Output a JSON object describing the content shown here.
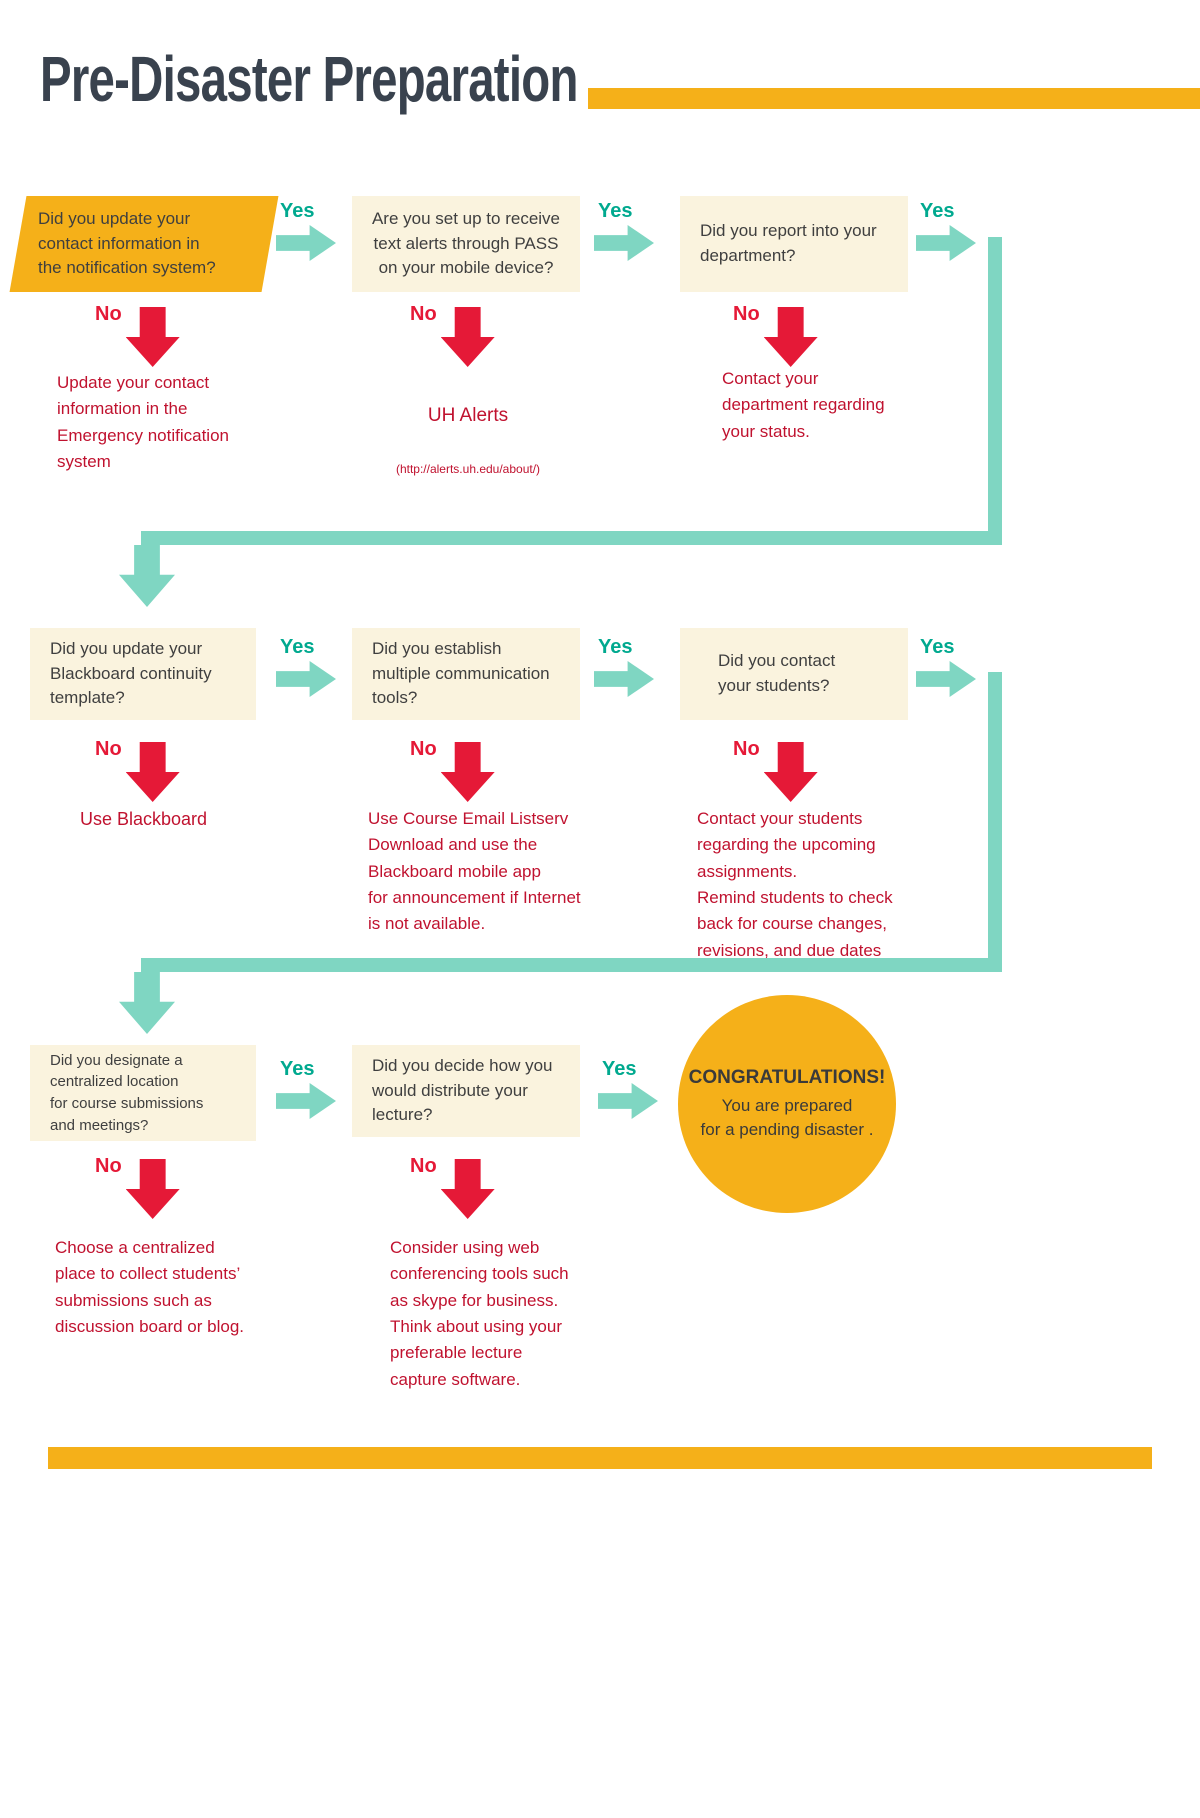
{
  "title": "Pre-Disaster Preparation",
  "yes_label": "Yes",
  "no_label": "No",
  "colors": {
    "yellow": "#F5B019",
    "teal_arrow": "#7FD6C2",
    "teal_text": "#00A98F",
    "red_arrow": "#E51937",
    "red_text": "#C0122F",
    "cream_box": "#FAF3DE",
    "title_text": "#39424E",
    "question_text": "#3F3F3F"
  },
  "rows": [
    {
      "questions": [
        {
          "text": "Did you update your\ncontact information in\nthe notification system?"
        },
        {
          "text": "Are you set up to receive\ntext alerts through PASS\non your mobile device?"
        },
        {
          "text": "Did you report into your\ndepartment?"
        }
      ],
      "answers": [
        {
          "text": "Update your contact\ninformation  in the\nEmergency notification\nsystem"
        },
        {
          "text": "UH Alerts",
          "sub": "(http://alerts.uh.edu/about/)"
        },
        {
          "text": "Contact your\ndepartment regarding\nyour status."
        }
      ]
    },
    {
      "questions": [
        {
          "text": "Did you update your\nBlackboard continuity\ntemplate?"
        },
        {
          "text": "Did you establish\nmultiple communication\ntools?"
        },
        {
          "text": "Did you contact\nyour students?"
        }
      ],
      "answers": [
        {
          "text": "Use Blackboard"
        },
        {
          "text": "Use Course Email Listserv\nDownload and use the\nBlackboard mobile app\nfor announcement if Internet\nis not available."
        },
        {
          "text": "Contact your students\nregarding the upcoming\nassignments.\nRemind students to check\nback for course changes,\nrevisions, and due dates"
        }
      ]
    },
    {
      "questions": [
        {
          "text": "Did you designate a\ncentralized location\nfor course submissions\nand meetings?"
        },
        {
          "text": "Did you decide how you\nwould distribute your\nlecture?"
        }
      ],
      "answers": [
        {
          "text": "Choose a centralized\nplace to collect students’\nsubmissions such as\ndiscussion board or blog."
        },
        {
          "text": "Consider using web\nconferencing tools such\nas skype for business.\nThink about using your\npreferable lecture\ncapture software."
        }
      ]
    }
  ],
  "congrats": {
    "title": "CONGRATULATIONS!",
    "line1": "You are prepared",
    "line2": "for a pending disaster ."
  }
}
